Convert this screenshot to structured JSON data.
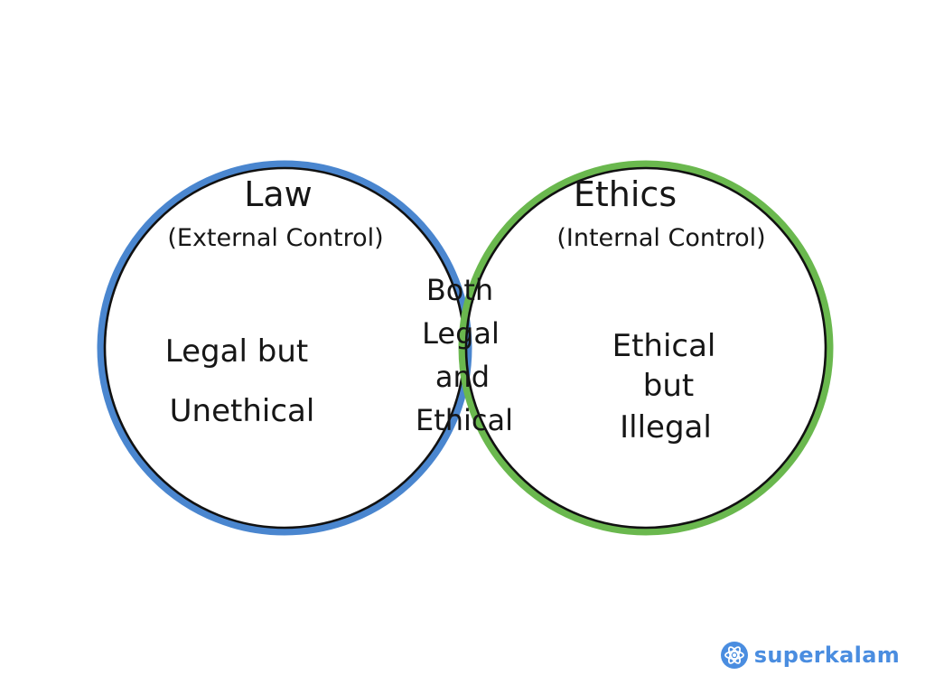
{
  "colors": {
    "law_circle": "#4a86cf",
    "ethics_circle": "#6ab84e",
    "intersection_fill": "#f5e154",
    "outline": "#111111",
    "brand": "#4a8de0"
  },
  "law": {
    "title": "Law",
    "subtitle": "(External Control)",
    "region_line1": "Legal but",
    "region_line2": "Unethical"
  },
  "ethics": {
    "title": "Ethics",
    "subtitle": "(Internal Control)",
    "region_line1": "Ethical",
    "region_line2": "but",
    "region_line3": "Illegal"
  },
  "intersection": {
    "line1": "Both",
    "line2": "Legal",
    "line3": "and",
    "line4": "Ethical"
  },
  "brand": {
    "icon": "atom-icon",
    "name": "superkalam"
  }
}
